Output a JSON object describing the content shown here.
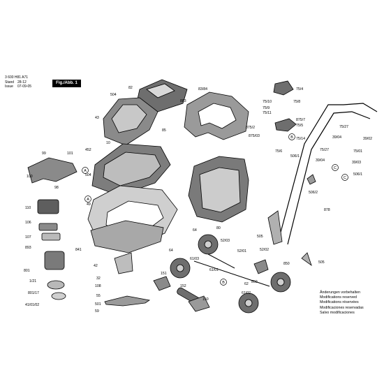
{
  "header": {
    "doc_number": "3 600 H81 A71",
    "stand_label": "Stand",
    "stand_value": "28-12",
    "issue_label": "Issue",
    "issue_value": "07-09-05",
    "figure_label": "Fig./Abb. 1"
  },
  "notice": [
    "Änderungen vorbehalten",
    "Modifications reserved",
    "Modifications réservées",
    "Modificaciones reservadas",
    "Salvo modificaciones"
  ],
  "callouts": [
    "A",
    "A",
    "B",
    "B",
    "C",
    "C"
  ],
  "part_labels": [
    "82",
    "504",
    "43",
    "85",
    "883",
    "83/84",
    "452",
    "10",
    "504",
    "49",
    "99",
    "101",
    "100",
    "98",
    "110",
    "106",
    "107",
    "893",
    "801",
    "1/21",
    "801/17",
    "41/01/02",
    "841",
    "42",
    "32",
    "108",
    "55",
    "501",
    "59",
    "80",
    "64",
    "52/03",
    "64",
    "61/03",
    "61/01",
    "52/01",
    "52/02",
    "151",
    "152",
    "150",
    "62",
    "61/02",
    "850",
    "850",
    "75/4",
    "75/10",
    "75/8",
    "75/9",
    "75/11",
    "875/7",
    "875/2",
    "75/5",
    "875/03",
    "75/14",
    "75/6",
    "75/27",
    "39/04",
    "39/02",
    "75/27",
    "75/01",
    "506/1",
    "39/04",
    "39/03",
    "506/1",
    "506/2",
    "878",
    "505",
    "505"
  ],
  "colors": {
    "ink": "#000000",
    "paper": "#ffffff",
    "shade": "#7a7a7a",
    "light": "#cfcfcf"
  }
}
